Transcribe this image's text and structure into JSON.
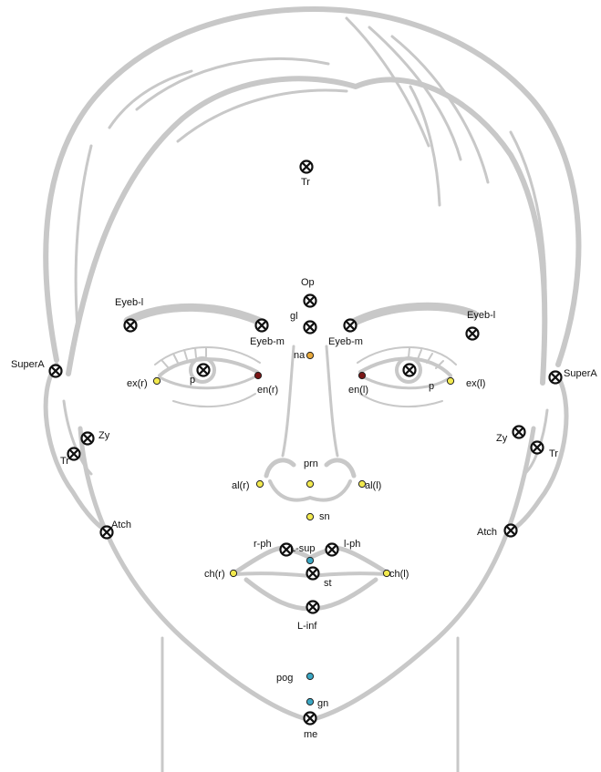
{
  "colors": {
    "sketch": "#c8c8c8",
    "marker_cross": "#111111",
    "dot_yellow": "#f2e94e",
    "dot_darkred": "#7a1616",
    "dot_orange": "#e7a83b",
    "dot_blue": "#3ba7c4",
    "dot_outline": "#222222",
    "label": "#111111"
  },
  "landmarks": {
    "tr_top": "Tr",
    "op": "Op",
    "gl": "gl",
    "na": "na",
    "eyeb_l_right": "Eyeb-l",
    "eyeb_m_right": "Eyeb-m",
    "eyeb_m_left": "Eyeb-m",
    "eyeb_l_left": "Eyeb-l",
    "supera_right": "SuperA",
    "supera_left": "SuperA",
    "ex_r": "ex(r)",
    "p_right": "p",
    "en_r": "en(r)",
    "en_l": "en(l)",
    "p_left": "p",
    "ex_l": "ex(l)",
    "zy_right": "Zy",
    "tr_right": "Tr",
    "zy_left": "Zy",
    "tr_left": "Tr",
    "prn": "prn",
    "al_r": "al(r)",
    "al_l": "al(l)",
    "sn": "sn",
    "atch_right": "Atch",
    "atch_left": "Atch",
    "r_ph": "r-ph",
    "l_sup": "L-sup",
    "l_ph": "l-ph",
    "ch_r": "ch(r)",
    "ch_l": "ch(l)",
    "st": "st",
    "l_inf": "L-inf",
    "pog": "pog",
    "gn": "gn",
    "me": "me"
  }
}
